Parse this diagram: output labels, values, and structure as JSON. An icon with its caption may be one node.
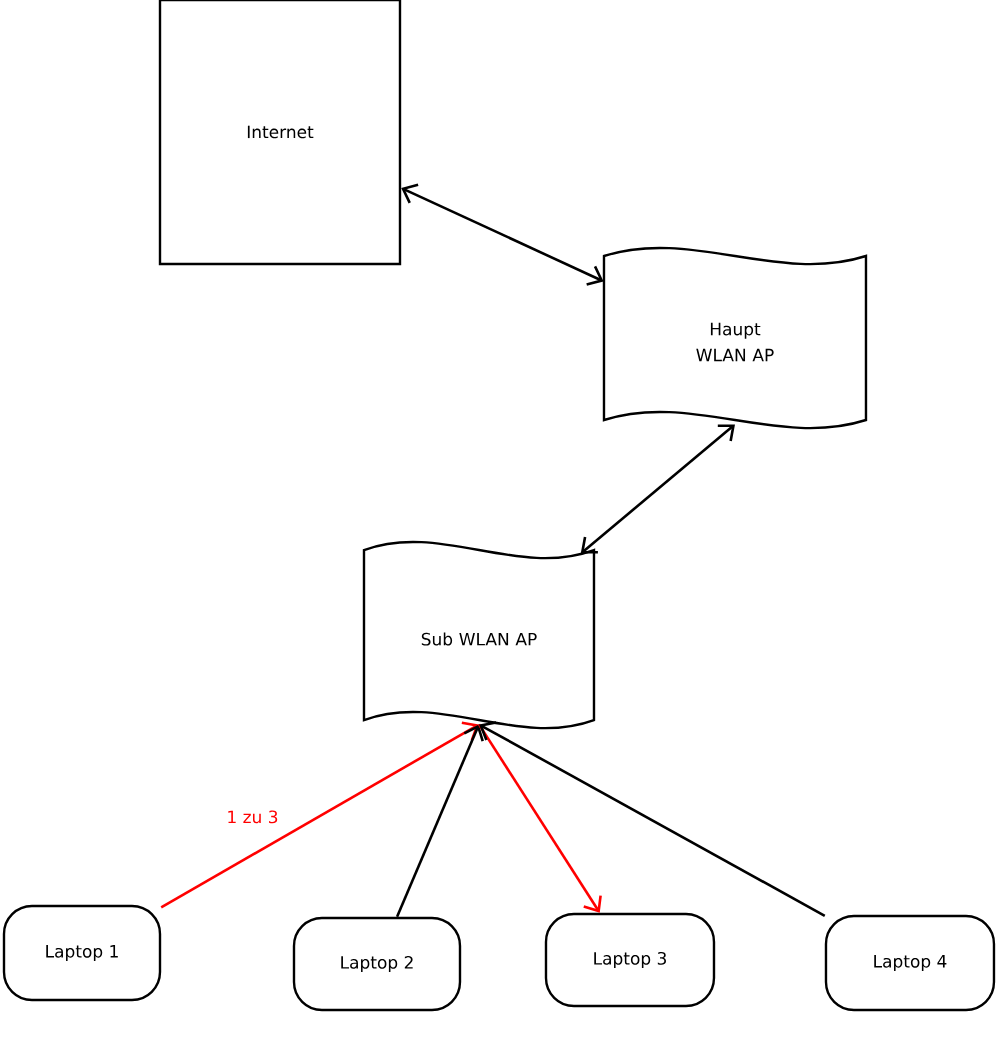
{
  "diagram": {
    "nodes": [
      {
        "text": [
          "Internet"
        ]
      },
      {
        "text": [
          "Haupt WLAN AP"
        ]
      },
      {
        "text": [
          "Sub WLAN AP"
        ]
      },
      {
        "text": [
          "Laptop 1"
        ]
      },
      {
        "text": [
          "Laptop 2"
        ]
      },
      {
        "text": [
          "Laptop 3"
        ]
      },
      {
        "text": [
          "Laptop 4"
        ]
      }
    ],
    "edges": [
      {
        "from": 0,
        "to": 1,
        "arrow": "both"
      },
      {
        "from": 1,
        "to": 2,
        "arrow": "both"
      },
      {
        "from": 3,
        "to": 2,
        "arrow": "to",
        "label": "1 zu 3",
        "color": "#ff0000"
      },
      {
        "from": 4,
        "to": 2,
        "arrow": "to"
      },
      {
        "from": 2,
        "to": 5,
        "arrow": "to",
        "color": "#ff0000"
      },
      {
        "from": 6,
        "to": 2,
        "arrow": "to"
      }
    ]
  }
}
